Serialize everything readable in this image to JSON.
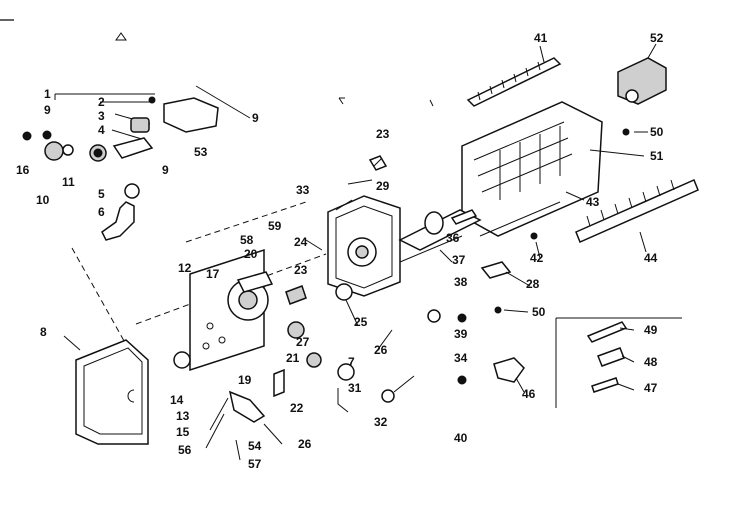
{
  "diagram": {
    "ink_color": "#111111",
    "background": "#ffffff",
    "callouts": [
      "1",
      "2",
      "3",
      "4",
      "5",
      "6",
      "7",
      "8",
      "9",
      "9",
      "9",
      "10",
      "11",
      "12",
      "13",
      "14",
      "15",
      "16",
      "17",
      "19",
      "20",
      "21",
      "22",
      "23",
      "23",
      "24",
      "25",
      "26",
      "26",
      "27",
      "28",
      "29",
      "31",
      "32",
      "33",
      "34",
      "36",
      "37",
      "38",
      "39",
      "40",
      "41",
      "42",
      "43",
      "44",
      "46",
      "47",
      "48",
      "49",
      "50",
      "50",
      "51",
      "52",
      "53",
      "54",
      "56",
      "57",
      "58",
      "59"
    ]
  }
}
